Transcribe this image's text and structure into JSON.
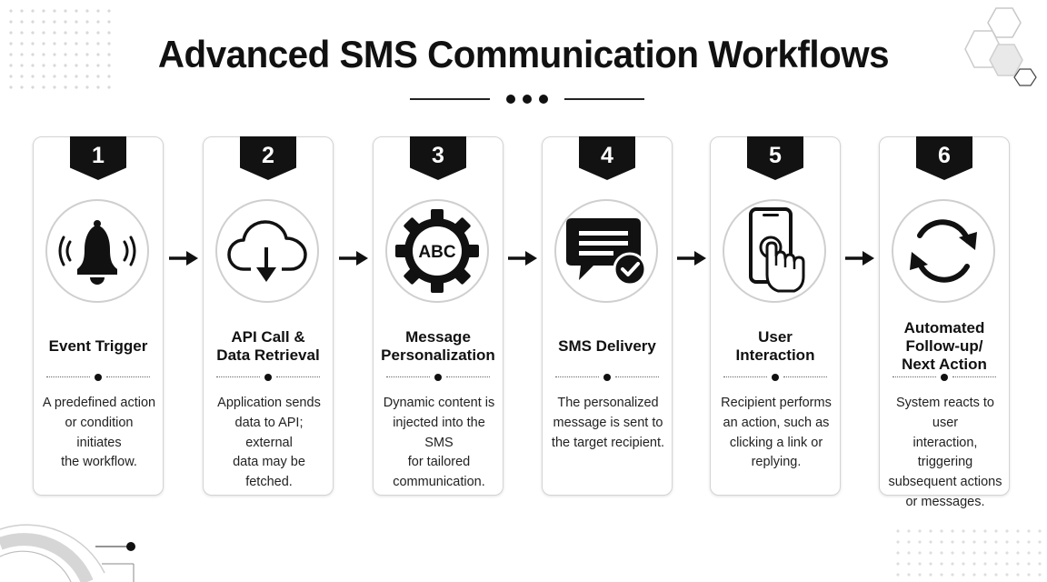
{
  "title": "Advanced SMS Communication Workflows",
  "steps": [
    {
      "number": "1",
      "title": "Event Trigger",
      "description": "A predefined action\nor condition initiates\nthe workflow.",
      "icon": "bell-icon"
    },
    {
      "number": "2",
      "title": "API Call &\nData Retrieval",
      "description": "Application sends\ndata to API; external\ndata may be fetched.",
      "icon": "cloud-download-icon"
    },
    {
      "number": "3",
      "title": "Message\nPersonalization",
      "description": "Dynamic content is\ninjected into the SMS\nfor tailored\ncommunication.",
      "icon": "gear-abc-icon",
      "icon_text": "ABC"
    },
    {
      "number": "4",
      "title": "SMS Delivery",
      "description": "The personalized\nmessage is sent to\nthe target recipient.",
      "icon": "message-check-icon"
    },
    {
      "number": "5",
      "title": "User\nInteraction",
      "description": "Recipient performs\nan action, such as\nclicking a link or\nreplying.",
      "icon": "phone-tap-icon"
    },
    {
      "number": "6",
      "title": "Automated\nFollow-up/\nNext Action",
      "description": "System reacts to user\ninteraction, triggering\nsubsequent actions\nor messages.",
      "icon": "refresh-cycle-icon"
    }
  ],
  "colors": {
    "accent": "#121212",
    "card_border": "#d4d4d4",
    "circle_border": "#cfcfcf"
  }
}
